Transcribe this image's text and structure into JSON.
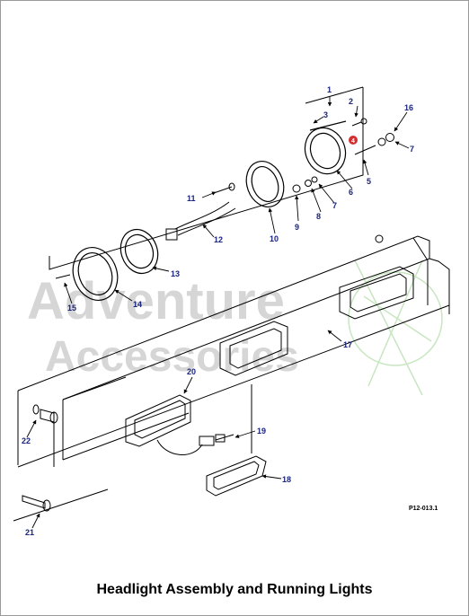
{
  "caption": "Headlight Assembly and Running Lights",
  "figure_ref": "P12-013.1",
  "watermark": {
    "line1": "Adventure",
    "line2": "Accessories"
  },
  "callouts": [
    "1",
    "2",
    "3",
    "4",
    "5",
    "6",
    "7",
    "8",
    "9",
    "10",
    "11",
    "12",
    "13",
    "14",
    "15",
    "16",
    "17",
    "18",
    "19",
    "20",
    "21",
    "22"
  ],
  "colors": {
    "callout_text": "#1a237e",
    "highlight_marker": "#d32f2f",
    "line": "#000000",
    "watermark": "#d6d6d6",
    "watermark_logo": "#c8e6c0"
  }
}
